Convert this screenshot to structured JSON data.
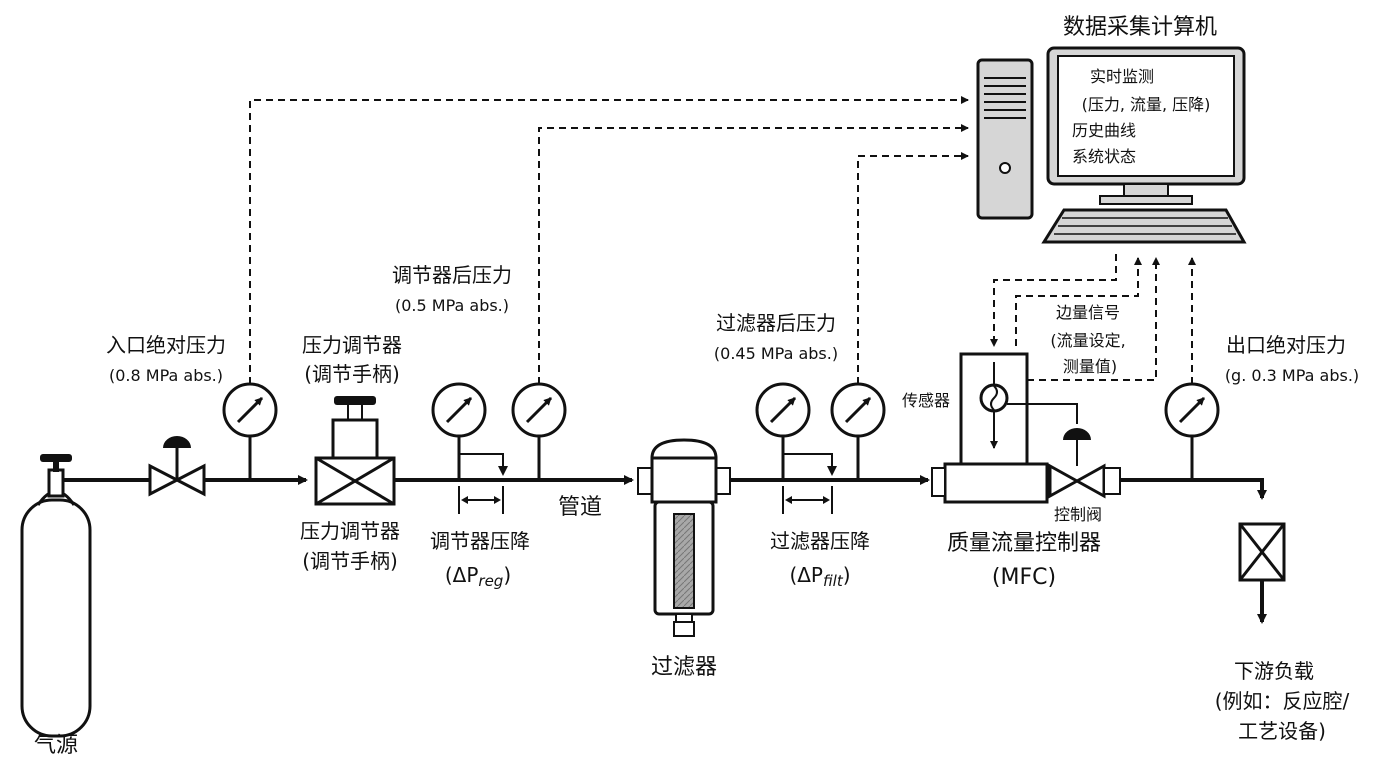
{
  "labels": {
    "gas_source": "气源",
    "inlet_pressure_title": "入口绝对压力",
    "inlet_pressure_value": "(0.8 MPa abs.)",
    "regulator_top_title": "压力调节器",
    "regulator_top_sub": "(调节手柄)",
    "regulator_bottom_title": "压力调节器",
    "regulator_bottom_sub": "(调节手柄)",
    "post_reg_pressure_title": "调节器后压力",
    "post_reg_pressure_value": "(0.5 MPa abs.)",
    "reg_drop_title": "调节器压降",
    "reg_drop_symbol": "(ΔP",
    "reg_drop_sub": "reg",
    "pipe_label": "管道",
    "filter_label": "过滤器",
    "post_filter_pressure_title": "过滤器后压力",
    "post_filter_pressure_value": "(0.45 MPa abs.)",
    "filter_drop_title": "过滤器压降",
    "filter_drop_symbol": "(ΔP",
    "filter_drop_sub": "filt",
    "sensor_label": "传感器",
    "control_valve_label": "控制阀",
    "mfc_title": "质量流量控制器",
    "mfc_abbr": "(MFC)",
    "signal_title": "边量信号",
    "signal_line1": "(流量设定,",
    "signal_line2": "测量值)",
    "outlet_pressure_title": "出口绝对压力",
    "outlet_pressure_value": "(g. 0.3 MPa abs.)",
    "computer_title": "数据采集计算机",
    "screen_line1": "实时监测",
    "screen_line2": "(压力, 流量, 压降)",
    "screen_line3": "历史曲线",
    "screen_line4": "系统状态",
    "load_title": "下游负载",
    "load_line1": "(例如：反应腔/",
    "load_line2": "工艺设备)",
    "paren_close": ")"
  },
  "colors": {
    "line": "#111111",
    "filter_element": "#a8a8a8",
    "computer_fill": "#d6d6d6",
    "screen_fill": "#ffffff"
  },
  "icons": {
    "gauge": "pressure-gauge-icon",
    "valve": "gate-valve-icon",
    "cylinder": "gas-cylinder-icon",
    "computer": "desktop-computer-icon"
  }
}
